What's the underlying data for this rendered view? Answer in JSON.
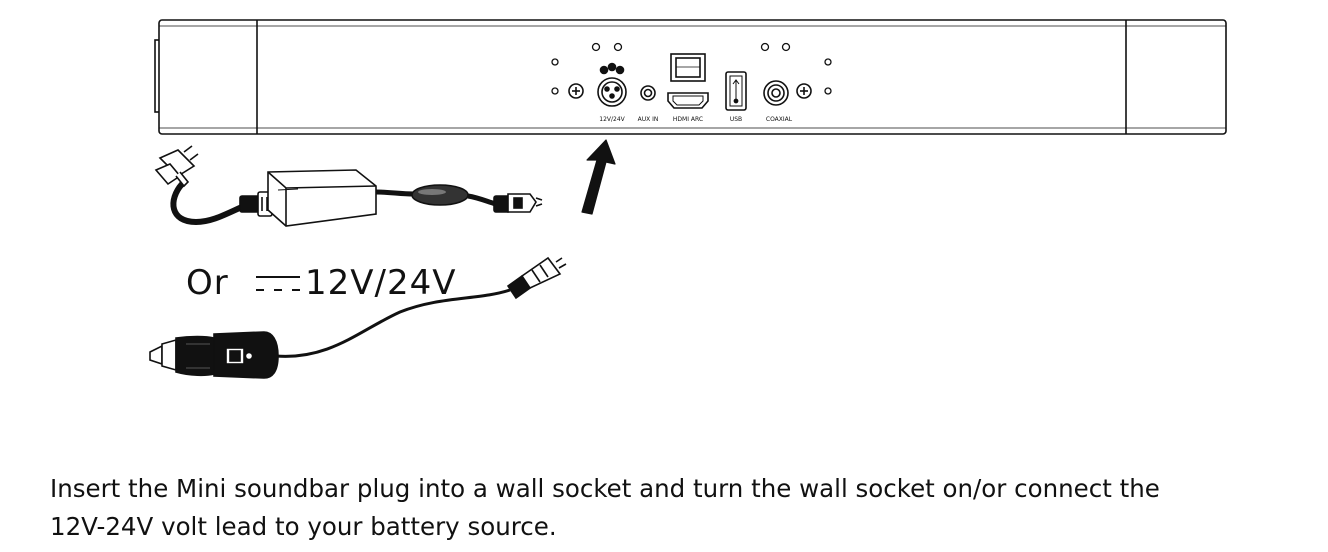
{
  "ports": {
    "power": "12V/24V",
    "aux": "AUX IN",
    "hdmi": "HDMI ARC",
    "usb": "USB",
    "coaxial": "COAXIAL"
  },
  "alt_power": {
    "or_word": "Or",
    "voltage": "12V/24V"
  },
  "caption": {
    "line1": "Insert the Mini soundbar plug into a wall socket and turn the wall socket on/or connect the",
    "line2": "12V-24V volt lead to your battery source."
  }
}
